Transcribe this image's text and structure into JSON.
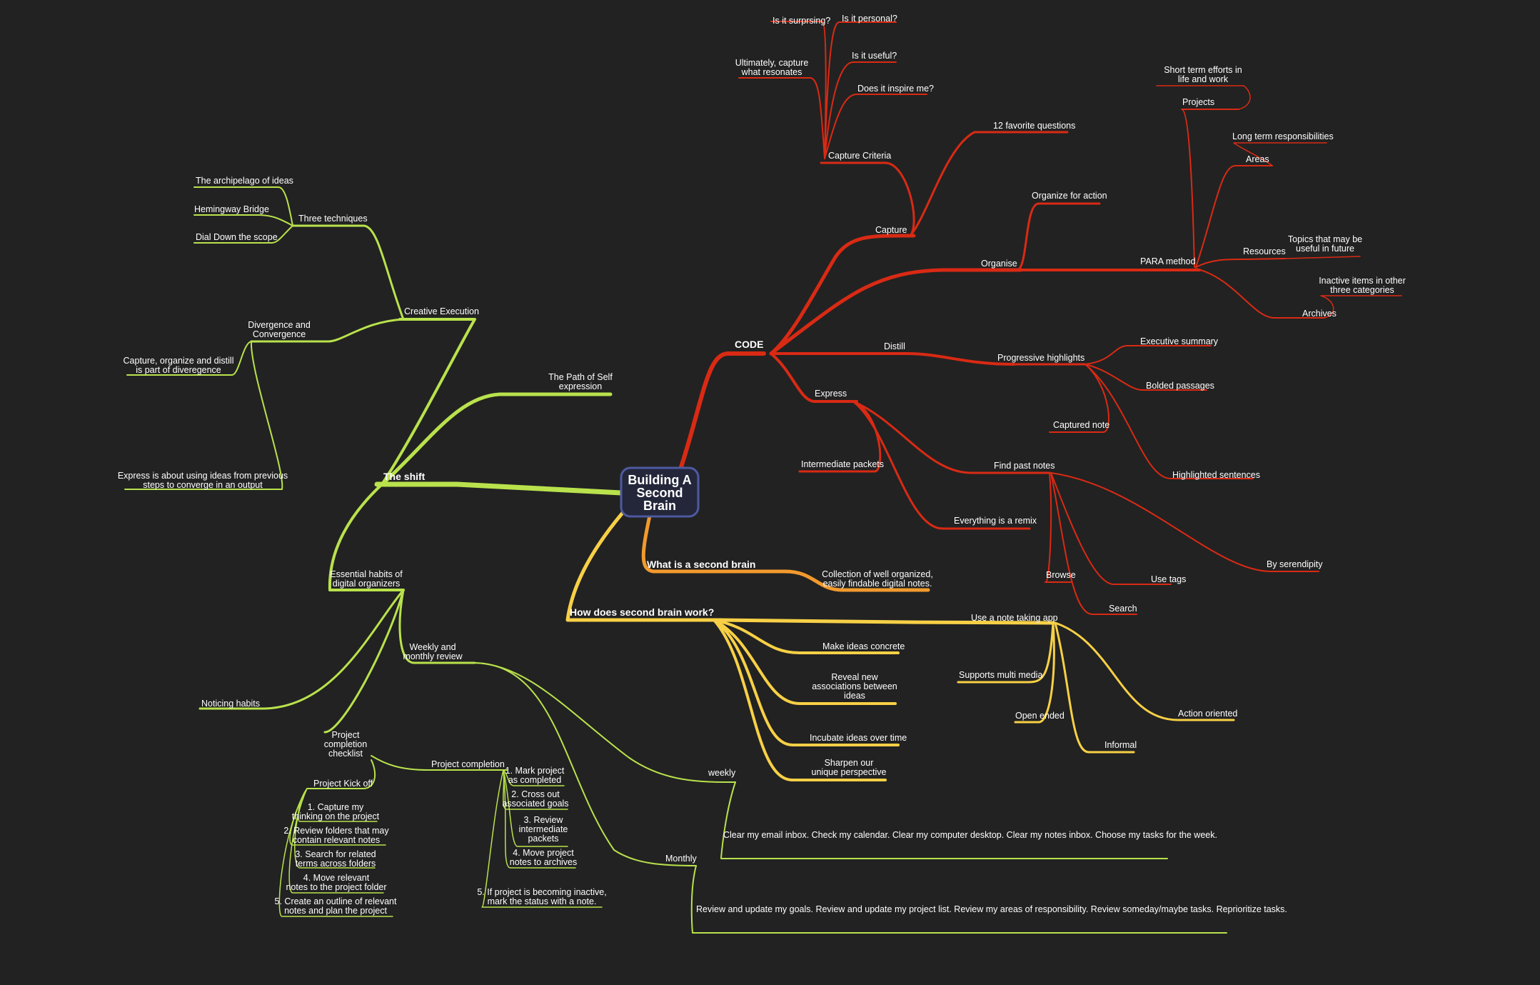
{
  "colors": {
    "background": "#222222",
    "red_branch": "#d92a14",
    "orange_branch": "#f29a2e",
    "yellow_branch": "#f7d046",
    "green_branch": "#b9e24c",
    "root_border": "#4d5aa0",
    "root_fill": "#24263a",
    "text": "#ffffff"
  },
  "root": {
    "line1": "Building A",
    "line2": "Second",
    "line3": "Brain"
  },
  "code": {
    "title": "CODE",
    "capture": {
      "title": "Capture",
      "criteria": "Capture Criteria",
      "surprising": "Is it surprsing?",
      "personal": "Is it personal?",
      "useful": "Is it useful?",
      "resonates_1": "Ultimately, capture",
      "resonates_2": "what resonates",
      "inspire": "Does it inspire me?",
      "favorite": "12 favorite questions"
    },
    "organise": {
      "title": "Organise",
      "action": "Organize for action",
      "para": "PARA method",
      "projects": "Projects",
      "projects_note_1": "Short term efforts in",
      "projects_note_2": "life and work",
      "areas": "Areas",
      "areas_note": "Long term responsibilities",
      "resources": "Resources",
      "resources_note_1": "Topics that may be",
      "resources_note_2": "useful in future",
      "archives": "Archives",
      "archives_note_1": "Inactive items in other",
      "archives_note_2": "three categories"
    },
    "distill": {
      "title": "Distill",
      "progressive": "Progressive highlights",
      "executive": "Executive summary",
      "bolded": "Bolded passages",
      "captured": "Captured note",
      "highlighted": "Highlighted sentences"
    },
    "express": {
      "title": "Express",
      "packets": "Intermediate packets",
      "remix": "Everything is a remix",
      "find": "Find past notes",
      "browse": "Browse",
      "tags": "Use tags",
      "search": "Search",
      "serendipity": "By serendipity"
    }
  },
  "what": {
    "title": "What is a second brain",
    "answer_1": "Collection of well organized,",
    "answer_2": "easily findable digital notes."
  },
  "how": {
    "title": "How does second brain  work?",
    "app": "Use a note taking app",
    "multimedia": "Supports multi media",
    "open_ended": "Open ended",
    "informal": "Informal",
    "action_oriented": "Action oriented",
    "concrete": "Make ideas concrete",
    "reveal_1": "Reveal new",
    "reveal_2": "associations between",
    "reveal_3": "ideas",
    "incubate": "Incubate ideas over time",
    "sharpen_1": "Sharpen our",
    "sharpen_2": "unique perspective"
  },
  "shift": {
    "title": "The shift",
    "path_1": "The Path of Self",
    "path_2": "expression",
    "creative": "Creative Execution",
    "three": "Three techniques",
    "archipelago": "The archipelago of ideas",
    "hemingway": "Hemingway Bridge",
    "dial": "Dial Down the scope",
    "divergence_1": "Divergence and",
    "divergence_2": "Convergence",
    "div_note_1": "Capture, organize and distill",
    "div_note_2": "is part of diveregence",
    "conv_note_1": "Express is about using ideas from previous",
    "conv_note_2": "steps to converge in an output",
    "habits_1": "Essential habits of",
    "habits_2": "digital organizers",
    "noticing": "Noticing habits",
    "weekly_monthly_1": "Weekly and",
    "weekly_monthly_2": "monthly review",
    "weekly": "weekly",
    "weekly_note": "Clear my email inbox. Check my calendar. Clear my computer desktop. Clear my notes inbox. Choose my tasks for the week.",
    "monthly": "Monthly",
    "monthly_note": "Review and update my goals. Review and update my project list. Review my areas of responsibility. Review someday/maybe tasks. Reprioritize tasks.",
    "checklist_1": "Project",
    "checklist_2": "completion",
    "checklist_3": "checklist",
    "kickoff": "Project Kick off",
    "k1_1": "1. Capture my",
    "k1_2": "thinking on the project",
    "k2_1": "2. Review folders that may",
    "k2_2": "contain relevant notes",
    "k3_1": "3. Search for related",
    "k3_2": "terms across folders",
    "k4_1": "4. Move relevant",
    "k4_2": "notes to the project folder",
    "k5_1": "5. Create an outline of relevant",
    "k5_2": "notes and plan the project",
    "completion": "Project completion",
    "c1_1": "1. Mark project",
    "c1_2": "as completed",
    "c2_1": "2. Cross out",
    "c2_2": "associated goals",
    "c3_1": "3. Review",
    "c3_2": "intermediate",
    "c3_3": "packets",
    "c4_1": "4. Move project",
    "c4_2": "notes to archives",
    "c5_1": "5. If project is becoming inactive,",
    "c5_2": "mark the status with a note."
  }
}
